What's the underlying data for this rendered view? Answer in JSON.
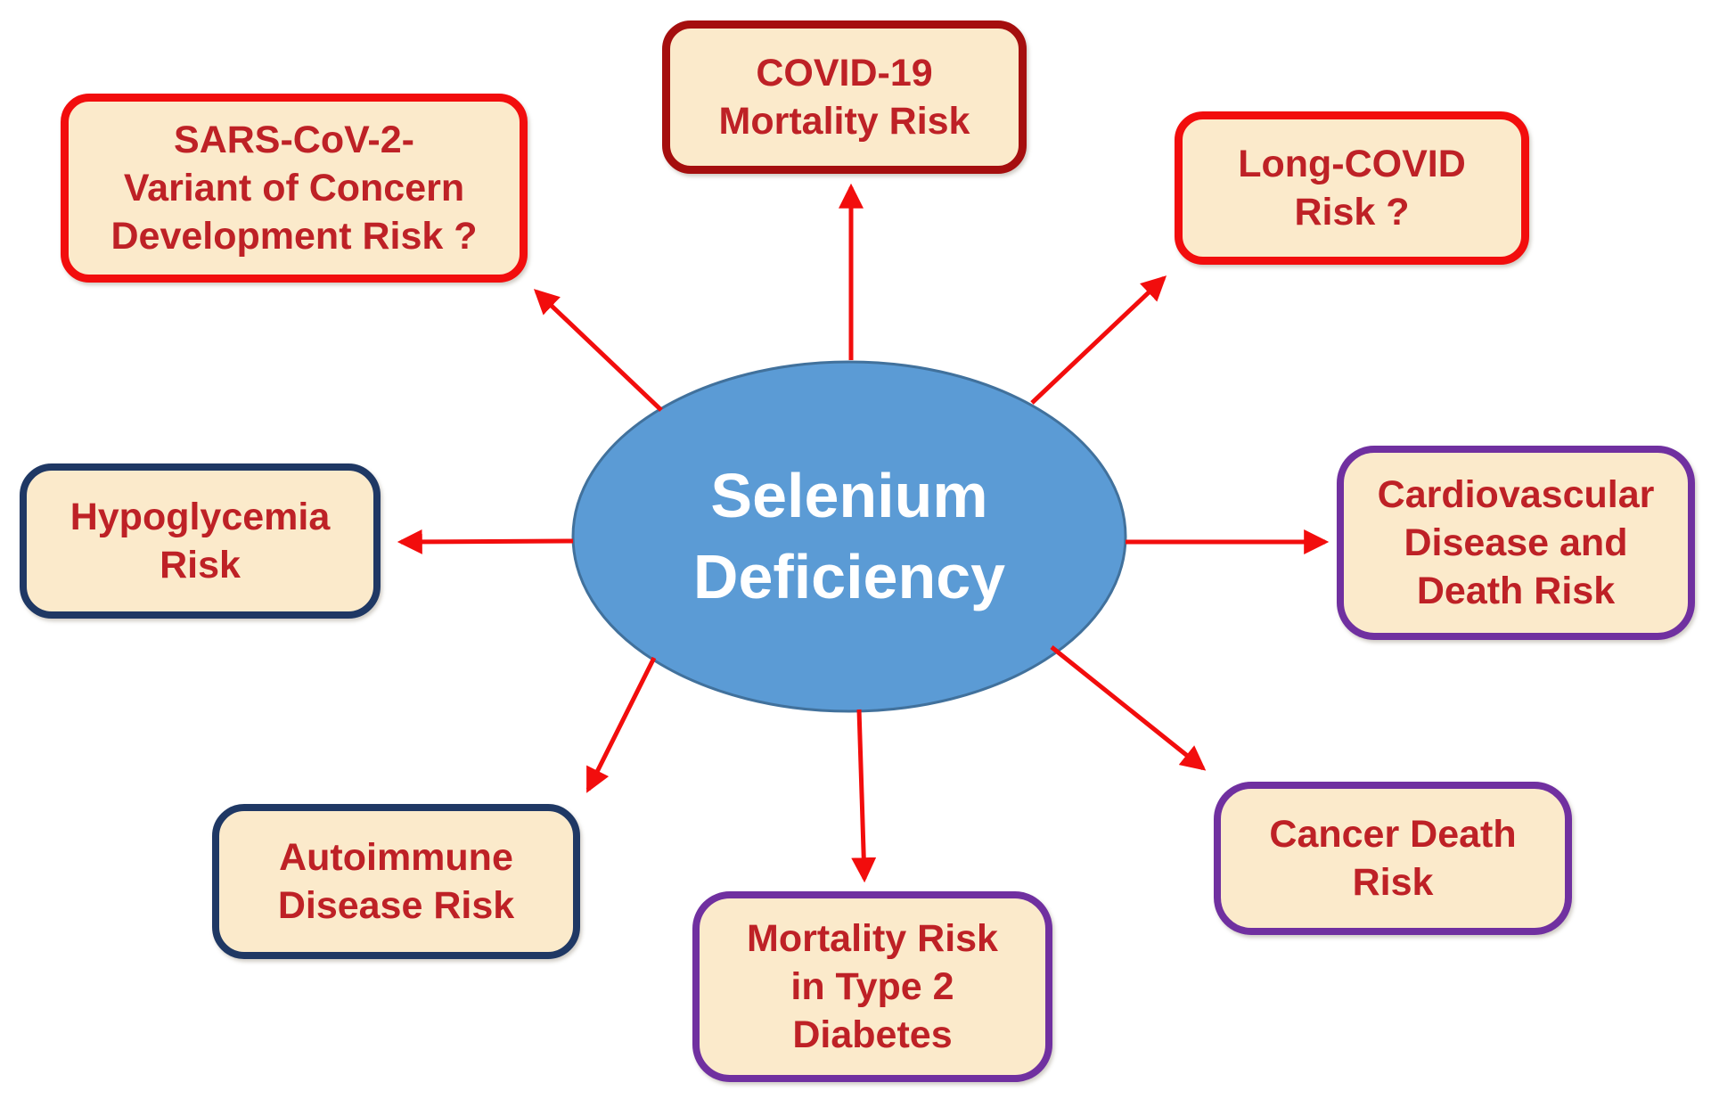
{
  "center": {
    "label": "Selenium\nDeficiency",
    "fill_color": "#5B9BD5",
    "outline_color": "#41719C",
    "text_color": "#FFFFFF"
  },
  "nodes": [
    {
      "id": "covid-mortality",
      "label": "COVID-19\nMortality Risk",
      "border_color": "#A50E0E"
    },
    {
      "id": "sars-variant",
      "label": "SARS-CoV-2-\nVariant of Concern\nDevelopment Risk ?",
      "border_color": "#F20D0D"
    },
    {
      "id": "long-covid",
      "label": "Long-COVID\nRisk ?",
      "border_color": "#F20D0D"
    },
    {
      "id": "cardiovascular",
      "label": "Cardiovascular\nDisease and\nDeath Risk",
      "border_color": "#7030A0"
    },
    {
      "id": "hypoglycemia",
      "label": "Hypoglycemia\nRisk",
      "border_color": "#1F3864"
    },
    {
      "id": "autoimmune",
      "label": "Autoimmune\nDisease Risk",
      "border_color": "#1F3864"
    },
    {
      "id": "diabetes-mortality",
      "label": "Mortality Risk\nin Type 2\nDiabetes",
      "border_color": "#7030A0"
    },
    {
      "id": "cancer-death",
      "label": "Cancer Death\nRisk",
      "border_color": "#7030A0"
    }
  ],
  "colors": {
    "box_fill": "#FBEACB",
    "box_text": "#BE2126",
    "arrow": "#F20D0D",
    "bright_red_border": "#F20D0D",
    "dark_red_border": "#A50E0E",
    "navy_border": "#1F3864",
    "purple_border": "#7030A0",
    "ellipse_fill": "#5B9BD5"
  }
}
